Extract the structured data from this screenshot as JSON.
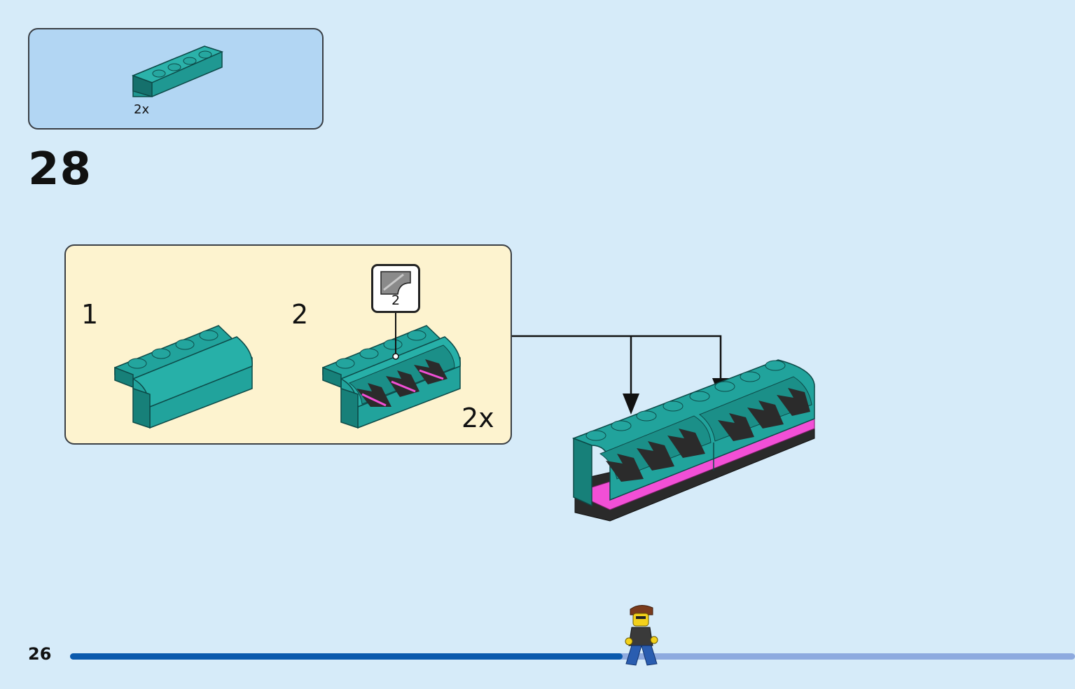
{
  "parts_list": {
    "quantity": "2x",
    "part_color": "#23a59e"
  },
  "step": {
    "number": "28"
  },
  "subassembly": {
    "steps": [
      {
        "number": "1"
      },
      {
        "number": "2"
      }
    ],
    "sticker_sheet": {
      "number": "2"
    },
    "quantity": "2x"
  },
  "page": {
    "number": "26"
  },
  "progress": {
    "fraction": 0.55
  },
  "colors": {
    "brick_teal": "#23a59e",
    "brick_dark": "#15706c",
    "stripe_pink": "#f24fd6",
    "base_black": "#2a2a2a",
    "progress_done": "#0b5aad",
    "progress_remaining": "#8eaadf"
  }
}
